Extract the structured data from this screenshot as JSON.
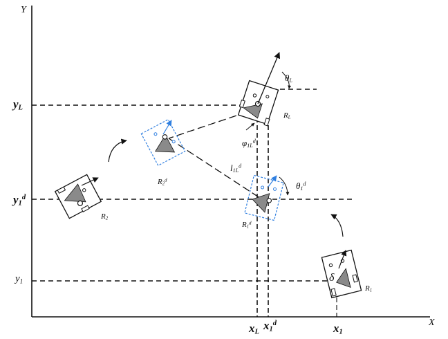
{
  "axes": {
    "x_label": "X",
    "y_label": "Y"
  },
  "ticks": {
    "y_L": {
      "base": "y",
      "sub": "L",
      "sup": ""
    },
    "y_1_d": {
      "base": "y",
      "sub": "1",
      "sup": "d"
    },
    "y_1": {
      "base": "y",
      "sub": "1",
      "sup": ""
    },
    "x_L": {
      "base": "x",
      "sub": "L",
      "sup": ""
    },
    "x_1_d": {
      "base": "x",
      "sub": "1",
      "sup": "d"
    },
    "x_1": {
      "base": "x",
      "sub": "1",
      "sup": ""
    }
  },
  "robots": {
    "leader": {
      "base": "R",
      "sub": "L",
      "sup": ""
    },
    "r2": {
      "base": "R",
      "sub": "2",
      "sup": ""
    },
    "r2_desired": {
      "base": "R",
      "sub": "2",
      "sup": "d"
    },
    "r1_desired": {
      "base": "R",
      "sub": "1",
      "sup": "d"
    },
    "r1": {
      "base": "R",
      "sub": "1",
      "sup": ""
    }
  },
  "angles": {
    "theta_L": {
      "base": "θ",
      "sub": "L",
      "sup": ""
    },
    "phi_1L": {
      "base": "φ",
      "sub": "1L",
      "sup": "d"
    },
    "l_1L": {
      "base": "l",
      "sub": "1L",
      "sup": "d"
    },
    "theta_1_d": {
      "base": "θ",
      "sub": "1",
      "sup": "d"
    },
    "delta": {
      "base": "δ",
      "sub": "",
      "sup": ""
    }
  },
  "colors": {
    "line": "#111111",
    "desired_robot": "#2f7fe0",
    "body_fill": "#ffffff",
    "triangle": "#8a8a8a"
  }
}
